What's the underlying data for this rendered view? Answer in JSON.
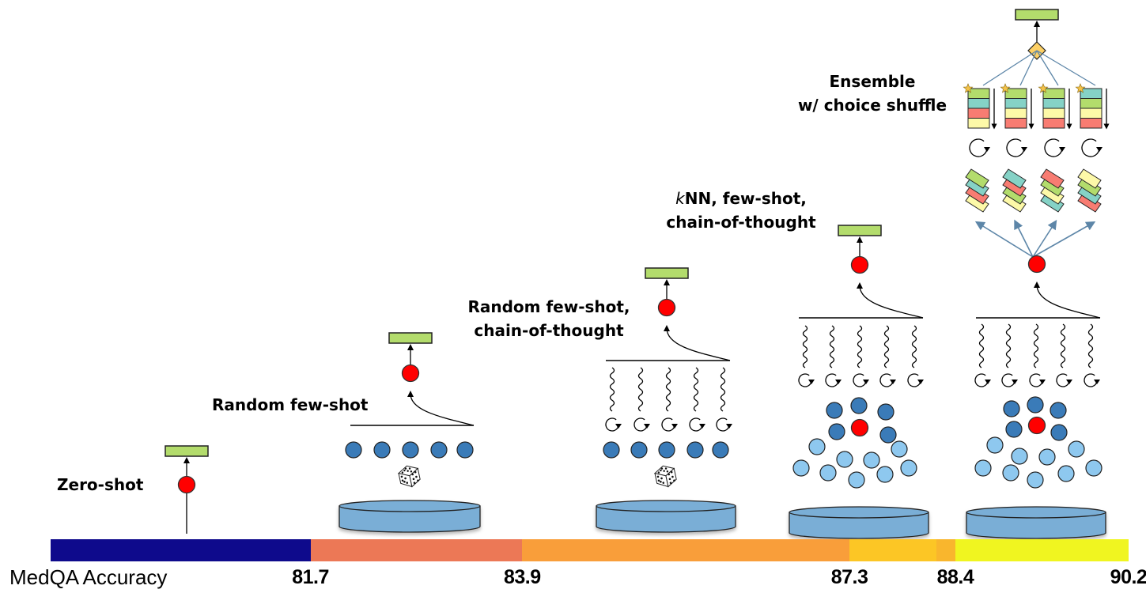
{
  "chart_data": {
    "type": "diagram",
    "axis_label": "MedQA Accuracy",
    "scale": {
      "min": 79.0,
      "max": 90.2
    },
    "ticks": [
      "81.7",
      "83.9",
      "87.3",
      "88.4",
      "90.2"
    ],
    "tick_values": [
      81.7,
      83.9,
      87.3,
      88.4,
      90.2
    ],
    "segments": [
      {
        "from": 79.0,
        "to": 81.7,
        "color": "#0e0a8c"
      },
      {
        "from": 81.7,
        "to": 83.9,
        "color": "#ec7856"
      },
      {
        "from": 83.9,
        "to": 87.3,
        "color": "#f99e3a"
      },
      {
        "from": 87.3,
        "to": 88.2,
        "color": "#fcc625"
      },
      {
        "from": 88.2,
        "to": 88.4,
        "color": "#f9b62d"
      },
      {
        "from": 88.4,
        "to": 90.2,
        "color": "#f0f520"
      }
    ],
    "stages": [
      {
        "name": "Zero-shot",
        "lines": [
          "Zero-shot"
        ],
        "accuracy": 81.7
      },
      {
        "name": "Random few-shot",
        "lines": [
          "Random few-shot"
        ],
        "accuracy": 83.9
      },
      {
        "name": "Random few-shot, chain-of-thought",
        "lines": [
          "Random few-shot,",
          "chain-of-thought"
        ],
        "accuracy": 87.3
      },
      {
        "name": "kNN, few-shot, chain-of-thought",
        "lines_rich": [
          [
            "k",
            "NN, few-shot,"
          ],
          [
            "",
            "chain-of-thought"
          ]
        ],
        "accuracy": 88.4
      },
      {
        "name": "Ensemble w/ choice shuffle",
        "lines": [
          "Ensemble",
          "w/ choice shuffle"
        ],
        "accuracy": 90.2
      }
    ]
  },
  "labels": {
    "zero_shot": "Zero-shot",
    "random_few_shot": "Random few-shot",
    "random_cot_1": "Random few-shot,",
    "random_cot_2": "chain-of-thought",
    "knn_k": "k",
    "knn_1": "NN, few-shot,",
    "knn_2": "chain-of-thought",
    "ensemble_1": "Ensemble",
    "ensemble_2": "w/ choice shuffle"
  },
  "colors": {
    "answer_box": "#b3dc6c",
    "model_node": "#ff0000",
    "example_dark": "#3a7bb8",
    "example_light": "#8ec8ef",
    "database": "#7aaed6",
    "diamond": "#fdd065",
    "star": "#f3c24a",
    "choice_green": "#b3dc6c",
    "choice_teal": "#85d2c6",
    "choice_red": "#f87c72",
    "choice_yellow": "#fdf9a8",
    "arrow_blue": "#5d86a8"
  },
  "icons": {
    "dice": "dice-icon",
    "cycle": "refresh-cycle-icon",
    "star": "star-icon",
    "diamond": "vote-diamond-icon"
  }
}
